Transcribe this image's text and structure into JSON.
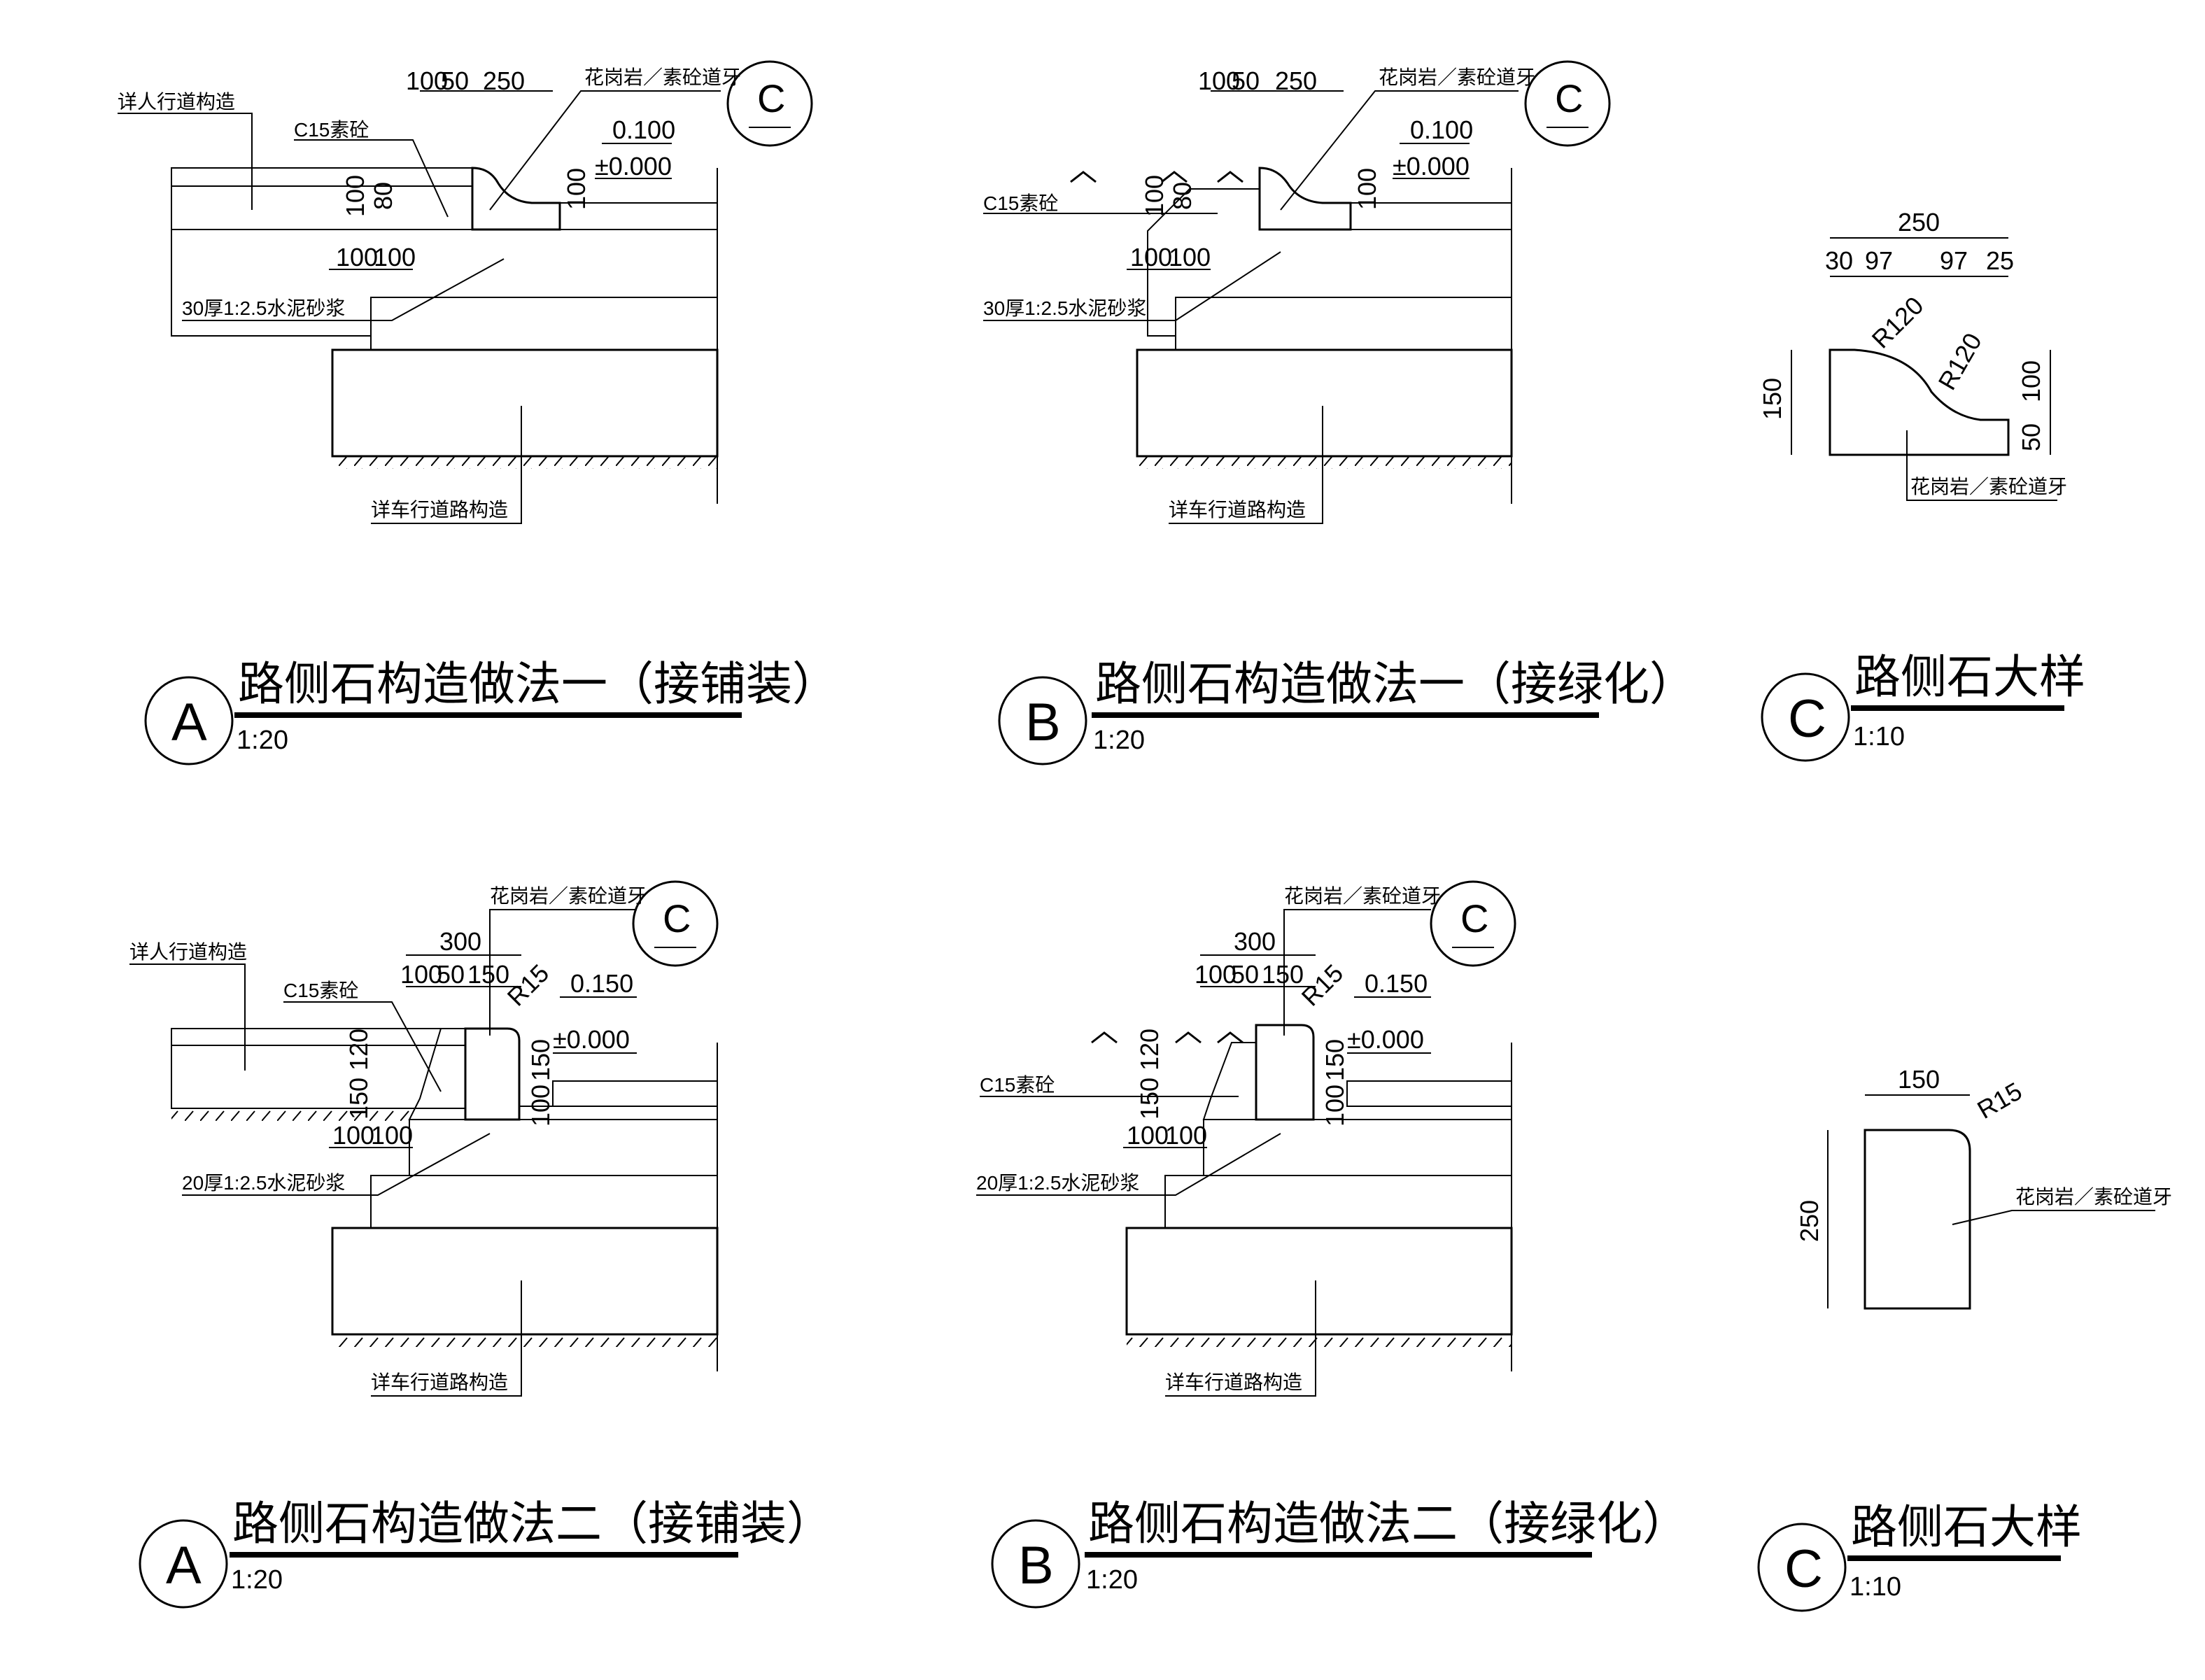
{
  "panels": [
    {
      "id": "A1",
      "labels": {
        "walkway": "详人行道构造",
        "c15": "C15素砼",
        "curb": "花岗岩／素砼道牙",
        "mortar": "30厚1:2.5水泥砂浆",
        "road": "详车行道路构造"
      },
      "dims": [
        "100",
        "50",
        "250",
        "100",
        "80",
        "100",
        "100",
        "100"
      ],
      "levels": [
        "0.100",
        "±0.000"
      ],
      "ref": "C",
      "title": {
        "bubble": "A",
        "text": "路侧石构造做法一（接铺装）",
        "scale": "1:20"
      }
    },
    {
      "id": "B1",
      "labels": {
        "c15": "C15素砼",
        "curb": "花岗岩／素砼道牙",
        "mortar": "30厚1:2.5水泥砂浆",
        "road": "详车行道路构造"
      },
      "dims": [
        "100",
        "50",
        "250",
        "100",
        "80",
        "100",
        "100",
        "100"
      ],
      "levels": [
        "0.100",
        "±0.000"
      ],
      "ref": "C",
      "title": {
        "bubble": "B",
        "text": "路侧石构造做法一（接绿化）",
        "scale": "1:20"
      }
    },
    {
      "id": "C1",
      "dims": {
        "total": "250",
        "parts": [
          "30",
          "97",
          "97",
          "25"
        ],
        "height": "150",
        "upper": "100",
        "lower": "50"
      },
      "radii": [
        "R120",
        "R120"
      ],
      "curb": "花岗岩／素砼道牙",
      "title": {
        "bubble": "C",
        "text": "路侧石大样",
        "scale": "1:10"
      }
    },
    {
      "id": "A2",
      "labels": {
        "walkway": "详人行道构造",
        "c15": "C15素砼",
        "curb": "花岗岩／素砼道牙",
        "mortar": "20厚1:2.5水泥砂浆",
        "road": "详车行道路构造"
      },
      "dims": [
        "300",
        "100",
        "50",
        "150",
        "150",
        "120",
        "100",
        "100",
        "150",
        "100"
      ],
      "radius": "R15",
      "levels": [
        "0.150",
        "±0.000"
      ],
      "ref": "C",
      "title": {
        "bubble": "A",
        "text": "路侧石构造做法二（接铺装）",
        "scale": "1:20"
      }
    },
    {
      "id": "B2",
      "labels": {
        "c15": "C15素砼",
        "curb": "花岗岩／素砼道牙",
        "mortar": "20厚1:2.5水泥砂浆",
        "road": "详车行道路构造"
      },
      "dims": [
        "300",
        "100",
        "50",
        "150",
        "150",
        "120",
        "100",
        "100",
        "150",
        "100"
      ],
      "radius": "R15",
      "levels": [
        "0.150",
        "±0.000"
      ],
      "ref": "C",
      "title": {
        "bubble": "B",
        "text": "路侧石构造做法二（接绿化）",
        "scale": "1:20"
      }
    },
    {
      "id": "C2",
      "dims": {
        "width": "150",
        "height": "250"
      },
      "radius": "R15",
      "curb": "花岗岩／素砼道牙",
      "title": {
        "bubble": "C",
        "text": "路侧石大样",
        "scale": "1:10"
      }
    }
  ]
}
